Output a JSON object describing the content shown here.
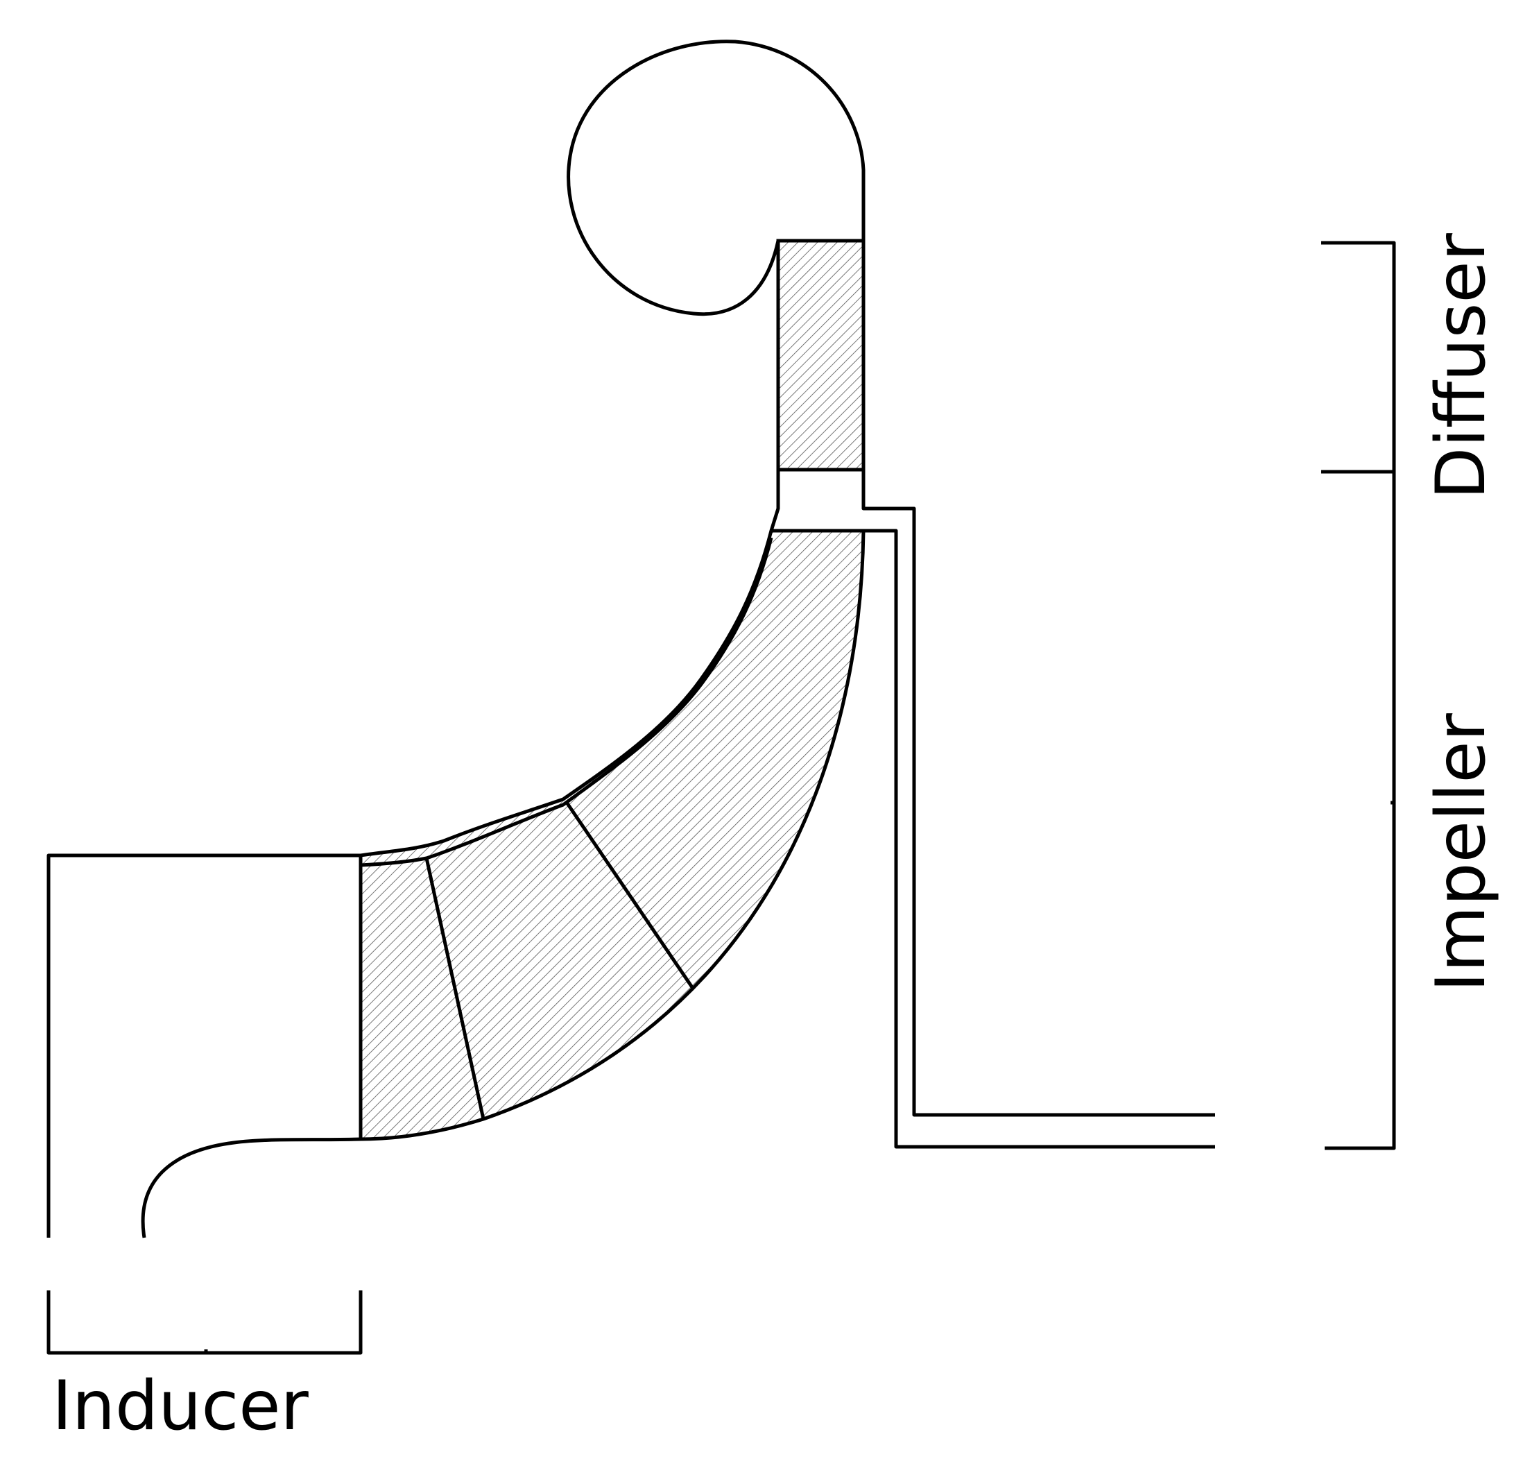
{
  "labels": {
    "inducer": "Inducer",
    "impeller": "Impeller",
    "diffuser": "Diffuser"
  },
  "colors": {
    "line": "#000000",
    "hatch": "#555555",
    "background": "#ffffff"
  }
}
